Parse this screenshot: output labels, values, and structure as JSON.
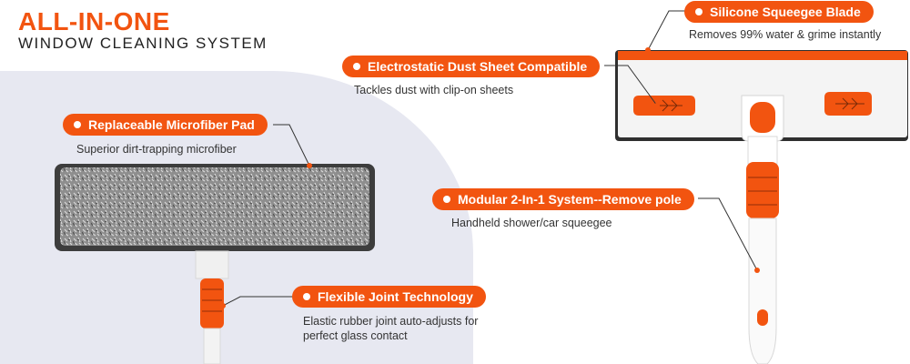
{
  "header": {
    "title": "ALL-IN-ONE",
    "subtitle": "WINDOW CLEANING SYSTEM"
  },
  "callouts": {
    "microfiber": {
      "label": "Replaceable Microfiber Pad",
      "desc": "Superior dirt-trapping microfiber"
    },
    "flexible_joint": {
      "label": "Flexible Joint Technology",
      "desc_line1": "Elastic rubber joint auto-adjusts for",
      "desc_line2": "perfect glass contact"
    },
    "squeegee_blade": {
      "label": "Silicone Squeegee Blade",
      "desc": "Removes 99% water & grime instantly"
    },
    "dust_sheet": {
      "label": "Electrostatic Dust Sheet Compatible",
      "desc": "Tackles dust with clip-on sheets"
    },
    "modular": {
      "label": "Modular 2-In-1 System--Remove pole",
      "desc": "Handheld shower/car squeegee"
    }
  },
  "colors": {
    "accent": "#f25410",
    "background_panel": "#e7e8f1",
    "pad_gray": "#8a8a8a",
    "pad_border": "#3d3d3d"
  }
}
